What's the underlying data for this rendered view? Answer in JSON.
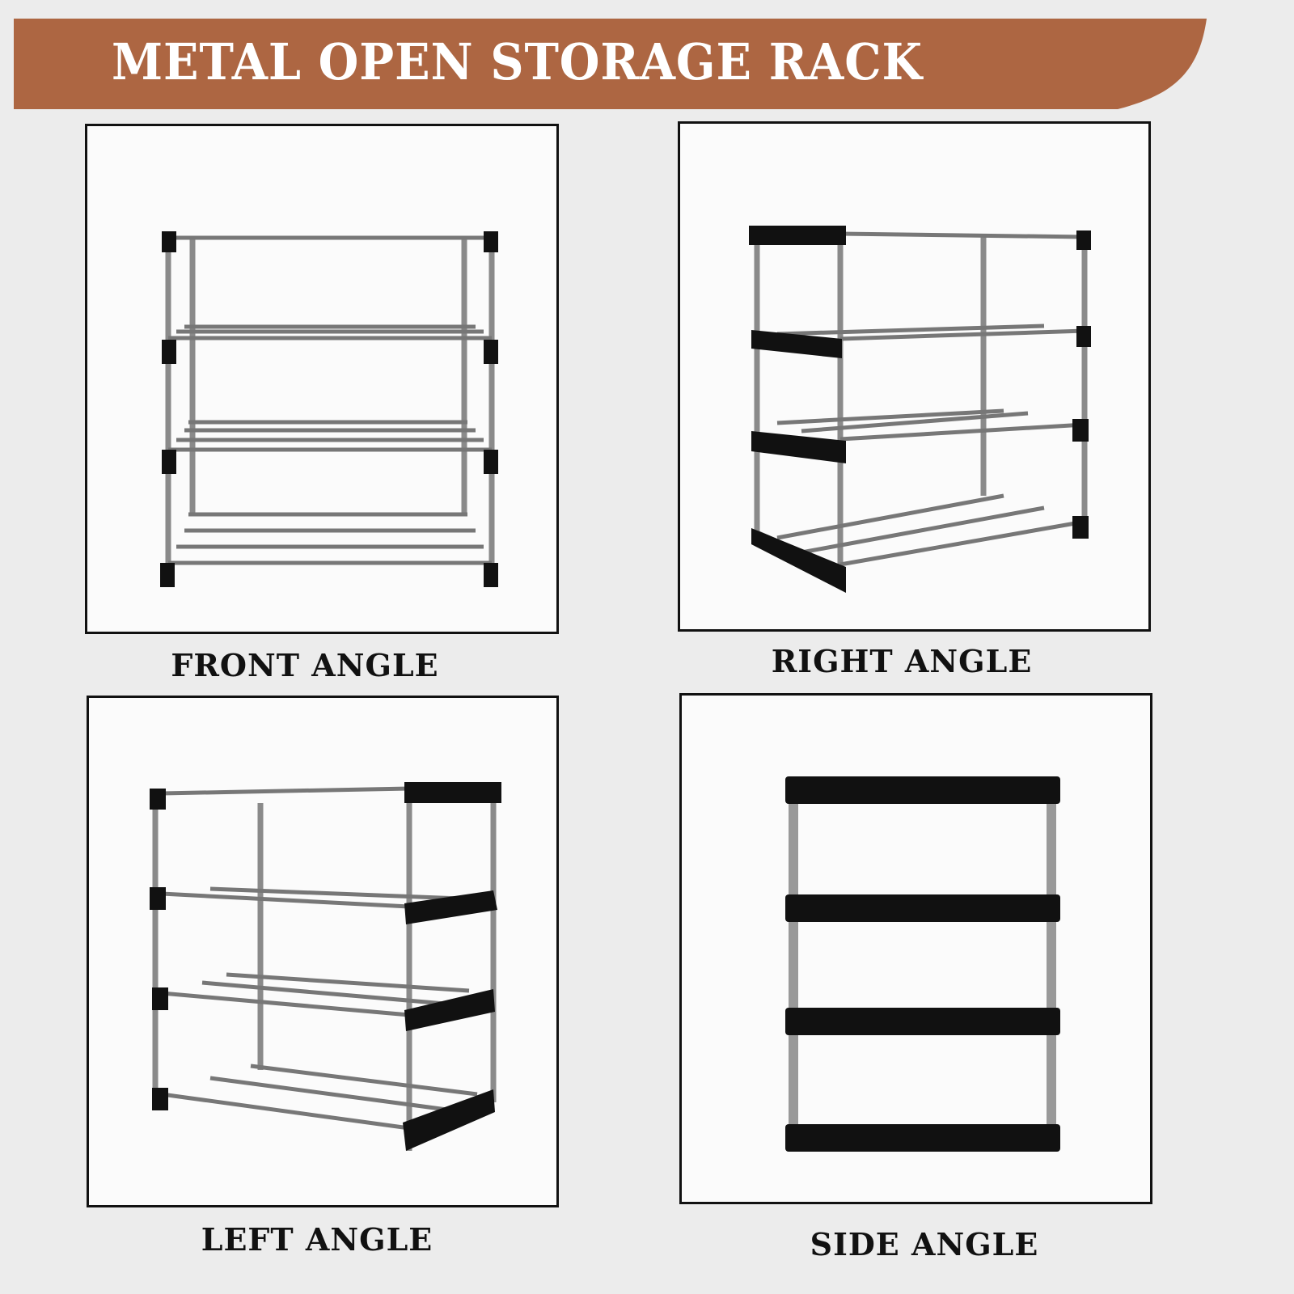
{
  "title": "METAL OPEN STORAGE RACK",
  "colors": {
    "banner": "#ad6642",
    "background": "#ececec",
    "frame": "#111111",
    "tube": "#8a8a8a"
  },
  "views": [
    {
      "label": "FRONT ANGLE"
    },
    {
      "label": "RIGHT ANGLE"
    },
    {
      "label": "LEFT ANGLE"
    },
    {
      "label": "SIDE ANGLE"
    }
  ]
}
